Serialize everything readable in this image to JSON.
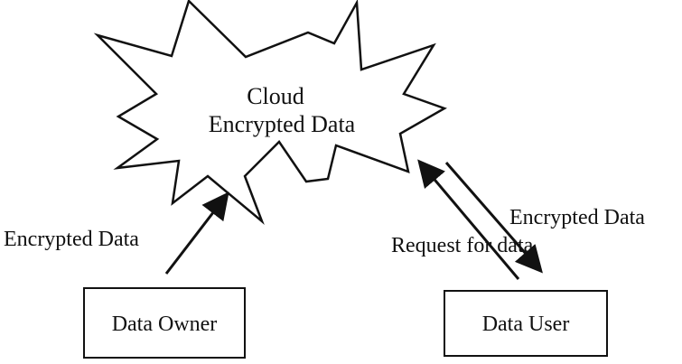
{
  "cloud": {
    "line1": "Cloud",
    "line2": "Encrypted Data"
  },
  "data_owner": {
    "label": "Data Owner"
  },
  "data_user": {
    "label": "Data User"
  },
  "edges": {
    "owner_to_cloud": "Encrypted Data",
    "user_to_cloud": "Request for data",
    "cloud_to_user": "Encrypted Data"
  },
  "colors": {
    "ink": "#111111",
    "background": "#ffffff"
  }
}
